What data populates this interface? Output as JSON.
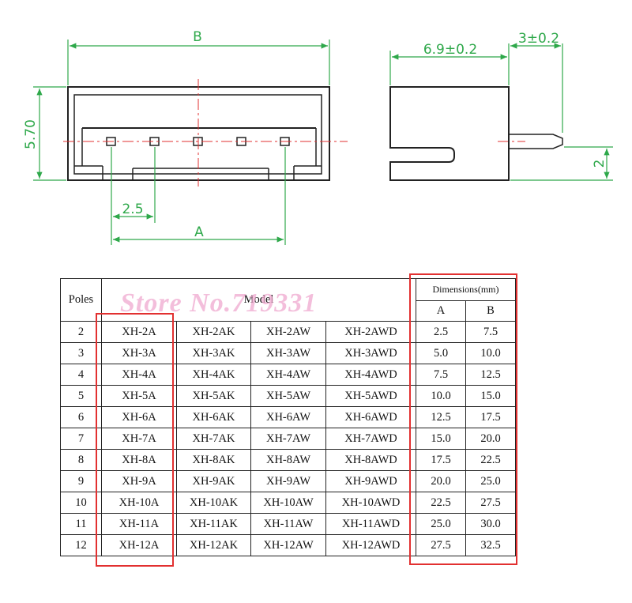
{
  "drawing": {
    "dim_B": "B",
    "dim_height": "5.70",
    "dim_pitch": "2.5",
    "dim_A": "A",
    "dim_depth": "6.9±0.2",
    "dim_pin": "3±0.2",
    "dim_side": "2"
  },
  "watermark": "Store No.719331",
  "table": {
    "header_poles": "Poles",
    "header_model": "Model",
    "header_dimensions": "Dimensions(mm)",
    "header_a": "A",
    "header_b": "B",
    "rows": [
      {
        "poles": "2",
        "m1": "XH-2A",
        "m2": "XH-2AK",
        "m3": "XH-2AW",
        "m4": "XH-2AWD",
        "a": "2.5",
        "b": "7.5"
      },
      {
        "poles": "3",
        "m1": "XH-3A",
        "m2": "XH-3AK",
        "m3": "XH-3AW",
        "m4": "XH-3AWD",
        "a": "5.0",
        "b": "10.0"
      },
      {
        "poles": "4",
        "m1": "XH-4A",
        "m2": "XH-4AK",
        "m3": "XH-4AW",
        "m4": "XH-4AWD",
        "a": "7.5",
        "b": "12.5"
      },
      {
        "poles": "5",
        "m1": "XH-5A",
        "m2": "XH-5AK",
        "m3": "XH-5AW",
        "m4": "XH-5AWD",
        "a": "10.0",
        "b": "15.0"
      },
      {
        "poles": "6",
        "m1": "XH-6A",
        "m2": "XH-6AK",
        "m3": "XH-6AW",
        "m4": "XH-6AWD",
        "a": "12.5",
        "b": "17.5"
      },
      {
        "poles": "7",
        "m1": "XH-7A",
        "m2": "XH-7AK",
        "m3": "XH-7AW",
        "m4": "XH-7AWD",
        "a": "15.0",
        "b": "20.0"
      },
      {
        "poles": "8",
        "m1": "XH-8A",
        "m2": "XH-8AK",
        "m3": "XH-8AW",
        "m4": "XH-8AWD",
        "a": "17.5",
        "b": "22.5"
      },
      {
        "poles": "9",
        "m1": "XH-9A",
        "m2": "XH-9AK",
        "m3": "XH-9AW",
        "m4": "XH-9AWD",
        "a": "20.0",
        "b": "25.0"
      },
      {
        "poles": "10",
        "m1": "XH-10A",
        "m2": "XH-10AK",
        "m3": "XH-10AW",
        "m4": "XH-10AWD",
        "a": "22.5",
        "b": "27.5"
      },
      {
        "poles": "11",
        "m1": "XH-11A",
        "m2": "XH-11AK",
        "m3": "XH-11AW",
        "m4": "XH-11AWD",
        "a": "25.0",
        "b": "30.0"
      },
      {
        "poles": "12",
        "m1": "XH-12A",
        "m2": "XH-12AK",
        "m3": "XH-12AW",
        "m4": "XH-12AWD",
        "a": "27.5",
        "b": "32.5"
      }
    ]
  },
  "colors": {
    "dimension_green": "#2ea84a",
    "centerline_red": "#e23030",
    "highlight_red": "#e23030",
    "watermark_pink": "#f0a9cf"
  }
}
